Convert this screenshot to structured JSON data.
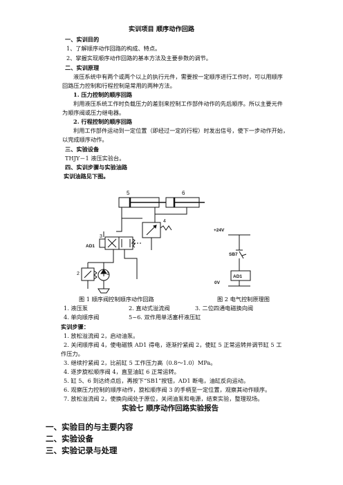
{
  "doc": {
    "title": "实训项目    顺序动作回路",
    "h1": "一、实训目的",
    "goal1": "1、了解顺序动作回路的构成、特点。",
    "goal2": "2、掌握实现顺序动作回路的基本方法及主要参数的调节。",
    "h2": "二、实训原理",
    "principle_l1": "液压系统中有两个或两个以上的执行元件，需要按一定顺序进行工作时，可以用顺序",
    "principle_l2": "回路压力控制和行程控制是常用的两种方法。",
    "sub1": "1. 压力控制的顺序回路",
    "pressure_l1": "利用液压系统工作时负载压力的差别来控制工作部件动作的先后顺序。所以主要元件",
    "pressure_l2": "为顺序阀或压力继电器。",
    "sub2": "2. 行程控制的顺序回路",
    "stroke_l1": "利用工作部件运动到一定位置（即经过一定的行程）时发出信号，使下一步动作开始，",
    "stroke_l2": "以完成顺序动作。",
    "h3": "三、实验设备",
    "equipment": "THJY－1 液压实验台。",
    "h4": "四、实训步骤与实验油路",
    "circuit_heading": "实训油路见下图。",
    "fig1_caption": "图 1 顺序阀控制顺序动作回路",
    "fig2_caption": "图 2  电气控制原理图",
    "legend1": "1. 液压泵",
    "legend2": "2. 直动式溢流阀",
    "legend3": "3. 二位四通电磁换向阀",
    "legend4": "4. 单向顺序阀",
    "legend5": "5~6. 双作用单活塞杆液压缸",
    "steps_heading": "实训步骤：",
    "step1": "1. 放松溢流阀 2，启动油泵。",
    "step2_l1": "2. 关闭顺序阀 4，使电磁铁 AD1 得电，逐渐拧紧阀 2，使缸 5 正常运转并调节缸 5 工",
    "step2_l2": "作压力。",
    "step3": "3. 继续拧紧阀 2，比前缸 5 工作压力高（0.8～1.0）MPa。",
    "step4": "4. 逐步旋松顺序阀 4，直至油缸 6 正常运转。",
    "step5": "5. 缸 5、6 到达终点后，再按下“SB1”按钮，AD1 断电，油缸反向运动。",
    "step6": "6. 观察压力控制的顺序动作，旋松顺序阀 3 的手柄至一定位置，观察其动作顺序。",
    "step7": "7. 放松溢流阀 2，使换向阀处于原位，关闭油泵和电源，结束实验，整理现场。",
    "report_title": "实验七    顺序动作回路实验报告",
    "report1": "一、实验目的与主要内容",
    "report2": "二、实验设备",
    "report3": "三、实验记录与处理"
  },
  "diagram": {
    "cyl5_label": "5",
    "cyl6_label": "6",
    "valve4_label": "4",
    "valve3_label": "3",
    "ad1_label": "AD1",
    "pump_label": "1",
    "relief_label": "2",
    "v24_label": "+24V",
    "sb7_label": "SB7",
    "ad1_box_label": "AD1",
    "ov_label": "0V"
  }
}
